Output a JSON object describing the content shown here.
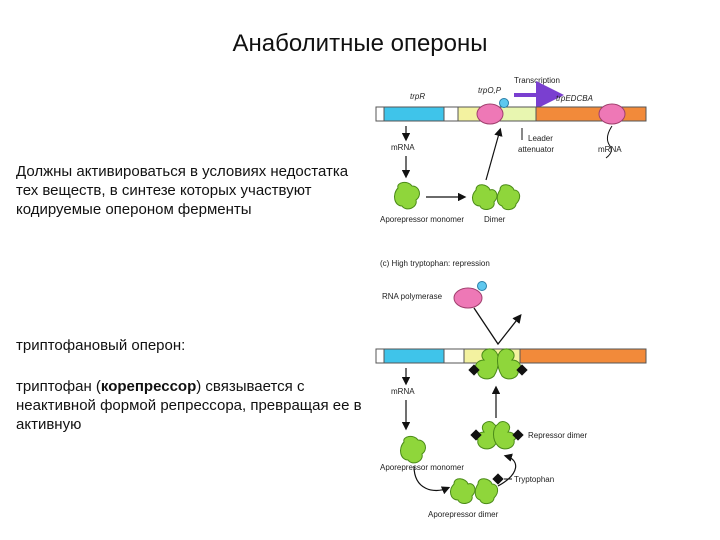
{
  "title": "Анаболитные опероны",
  "text_block_1": "Должны активироваться в условиях недостатка тех веществ, в синтезе которых участвуют кодируемые опероном ферменты",
  "text_block_2": {
    "line1": "триптофановый оперон:",
    "line2_pre": "триптофан (",
    "line2_bold": "корепрессор",
    "line2_post": ") связывается с неактивной формой репрессора, превращая ее в активную"
  },
  "diagram": {
    "top": {
      "transcription": "Transcription",
      "trpR": "trpR",
      "trpOP": "trpO,P",
      "trpEDCBA": "trpEDCBA",
      "mRNA_left": "mRNA",
      "leader": "Leader",
      "attenuator": "attenuator",
      "mRNA_right": "mRNA",
      "aporepressor_monomer": "Aporepressor monomer",
      "dimer": "Dimer"
    },
    "bottom": {
      "caption": "(c)  High tryptophan: repression",
      "rna_polymerase": "RNA polymerase",
      "mRNA": "mRNA",
      "repressor_dimer": "Repressor dimer",
      "aporepressor_monomer": "Aporepressor monomer",
      "tryptophan": "Tryptophan",
      "aporepressor_dimer": "Aporepressor dimer"
    }
  },
  "colors": {
    "trpR_gene": "#3fc4ea",
    "operator": "#f3f2a0",
    "trp_genes": "#f28a3a",
    "rna_polymerase": "#ee78b6",
    "repressor": "#8fd63b",
    "transcription_arrow": "#7a3fd0",
    "tryptophan": "#111111"
  }
}
